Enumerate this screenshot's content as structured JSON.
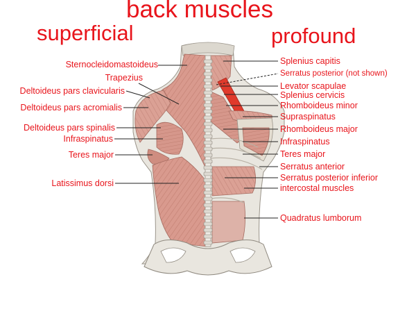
{
  "title": "back muscles",
  "left_header": "superficial",
  "right_header": "profound",
  "colors": {
    "label": "#e8141b",
    "muscle": "#d99a8e",
    "bone": "#e9e6df",
    "highlight": "#e03a2c"
  },
  "left_labels": [
    "Sternocleidomastoideus",
    "Trapezius",
    "Deltoideus pars clavicularis",
    "Deltoideus pars acromialis",
    "Deltoideus pars spinalis",
    "Infraspinatus",
    "Teres major",
    "Latissimus dorsi"
  ],
  "right_labels": [
    "Splenius capitis",
    "Serratus posterior (not shown)",
    "Levator scapulae",
    "Splenius cervicis",
    "Rhomboideus minor",
    "Supraspinatus",
    "Rhomboideus major",
    "Infraspinatus",
    "Teres major",
    "Serratus anterior",
    "Serratus posterior inferior",
    "intercostal muscles",
    "Quadratus lumborum"
  ]
}
